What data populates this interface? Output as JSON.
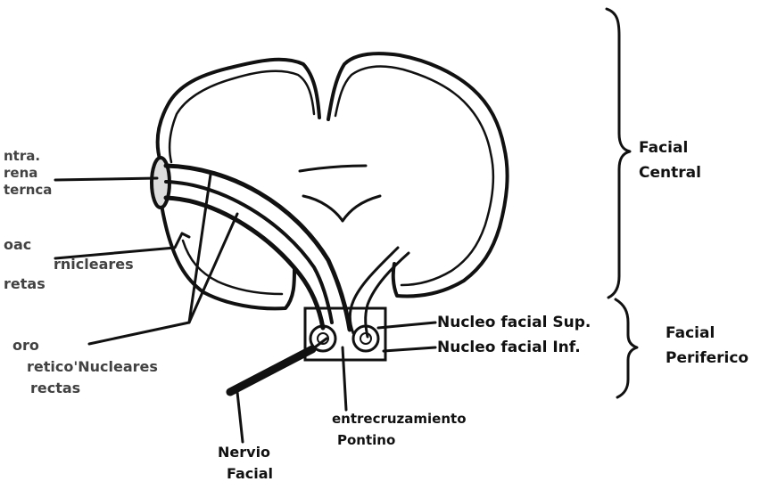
{
  "labels": {
    "left_1": [
      "ntra.",
      "rena",
      "ternca"
    ],
    "left_2": [
      "oac",
      "rnicleares",
      "retas"
    ],
    "left_3": [
      "oro",
      "retico'Nucleares",
      "rectas"
    ],
    "nucleo_sup": "Nucleo facial Sup.",
    "nucleo_inf": "Nucleo facial Inf.",
    "entrecruzamiento": [
      "entrecruzamiento",
      "Pontino"
    ],
    "nervio": [
      "Nervio",
      "Facial"
    ],
    "facial_central": [
      "Facial",
      "Central"
    ],
    "facial_periferico": [
      "Facial",
      "Periferico"
    ]
  },
  "colors": {
    "ink": "#111111",
    "background": "#ffffff"
  }
}
